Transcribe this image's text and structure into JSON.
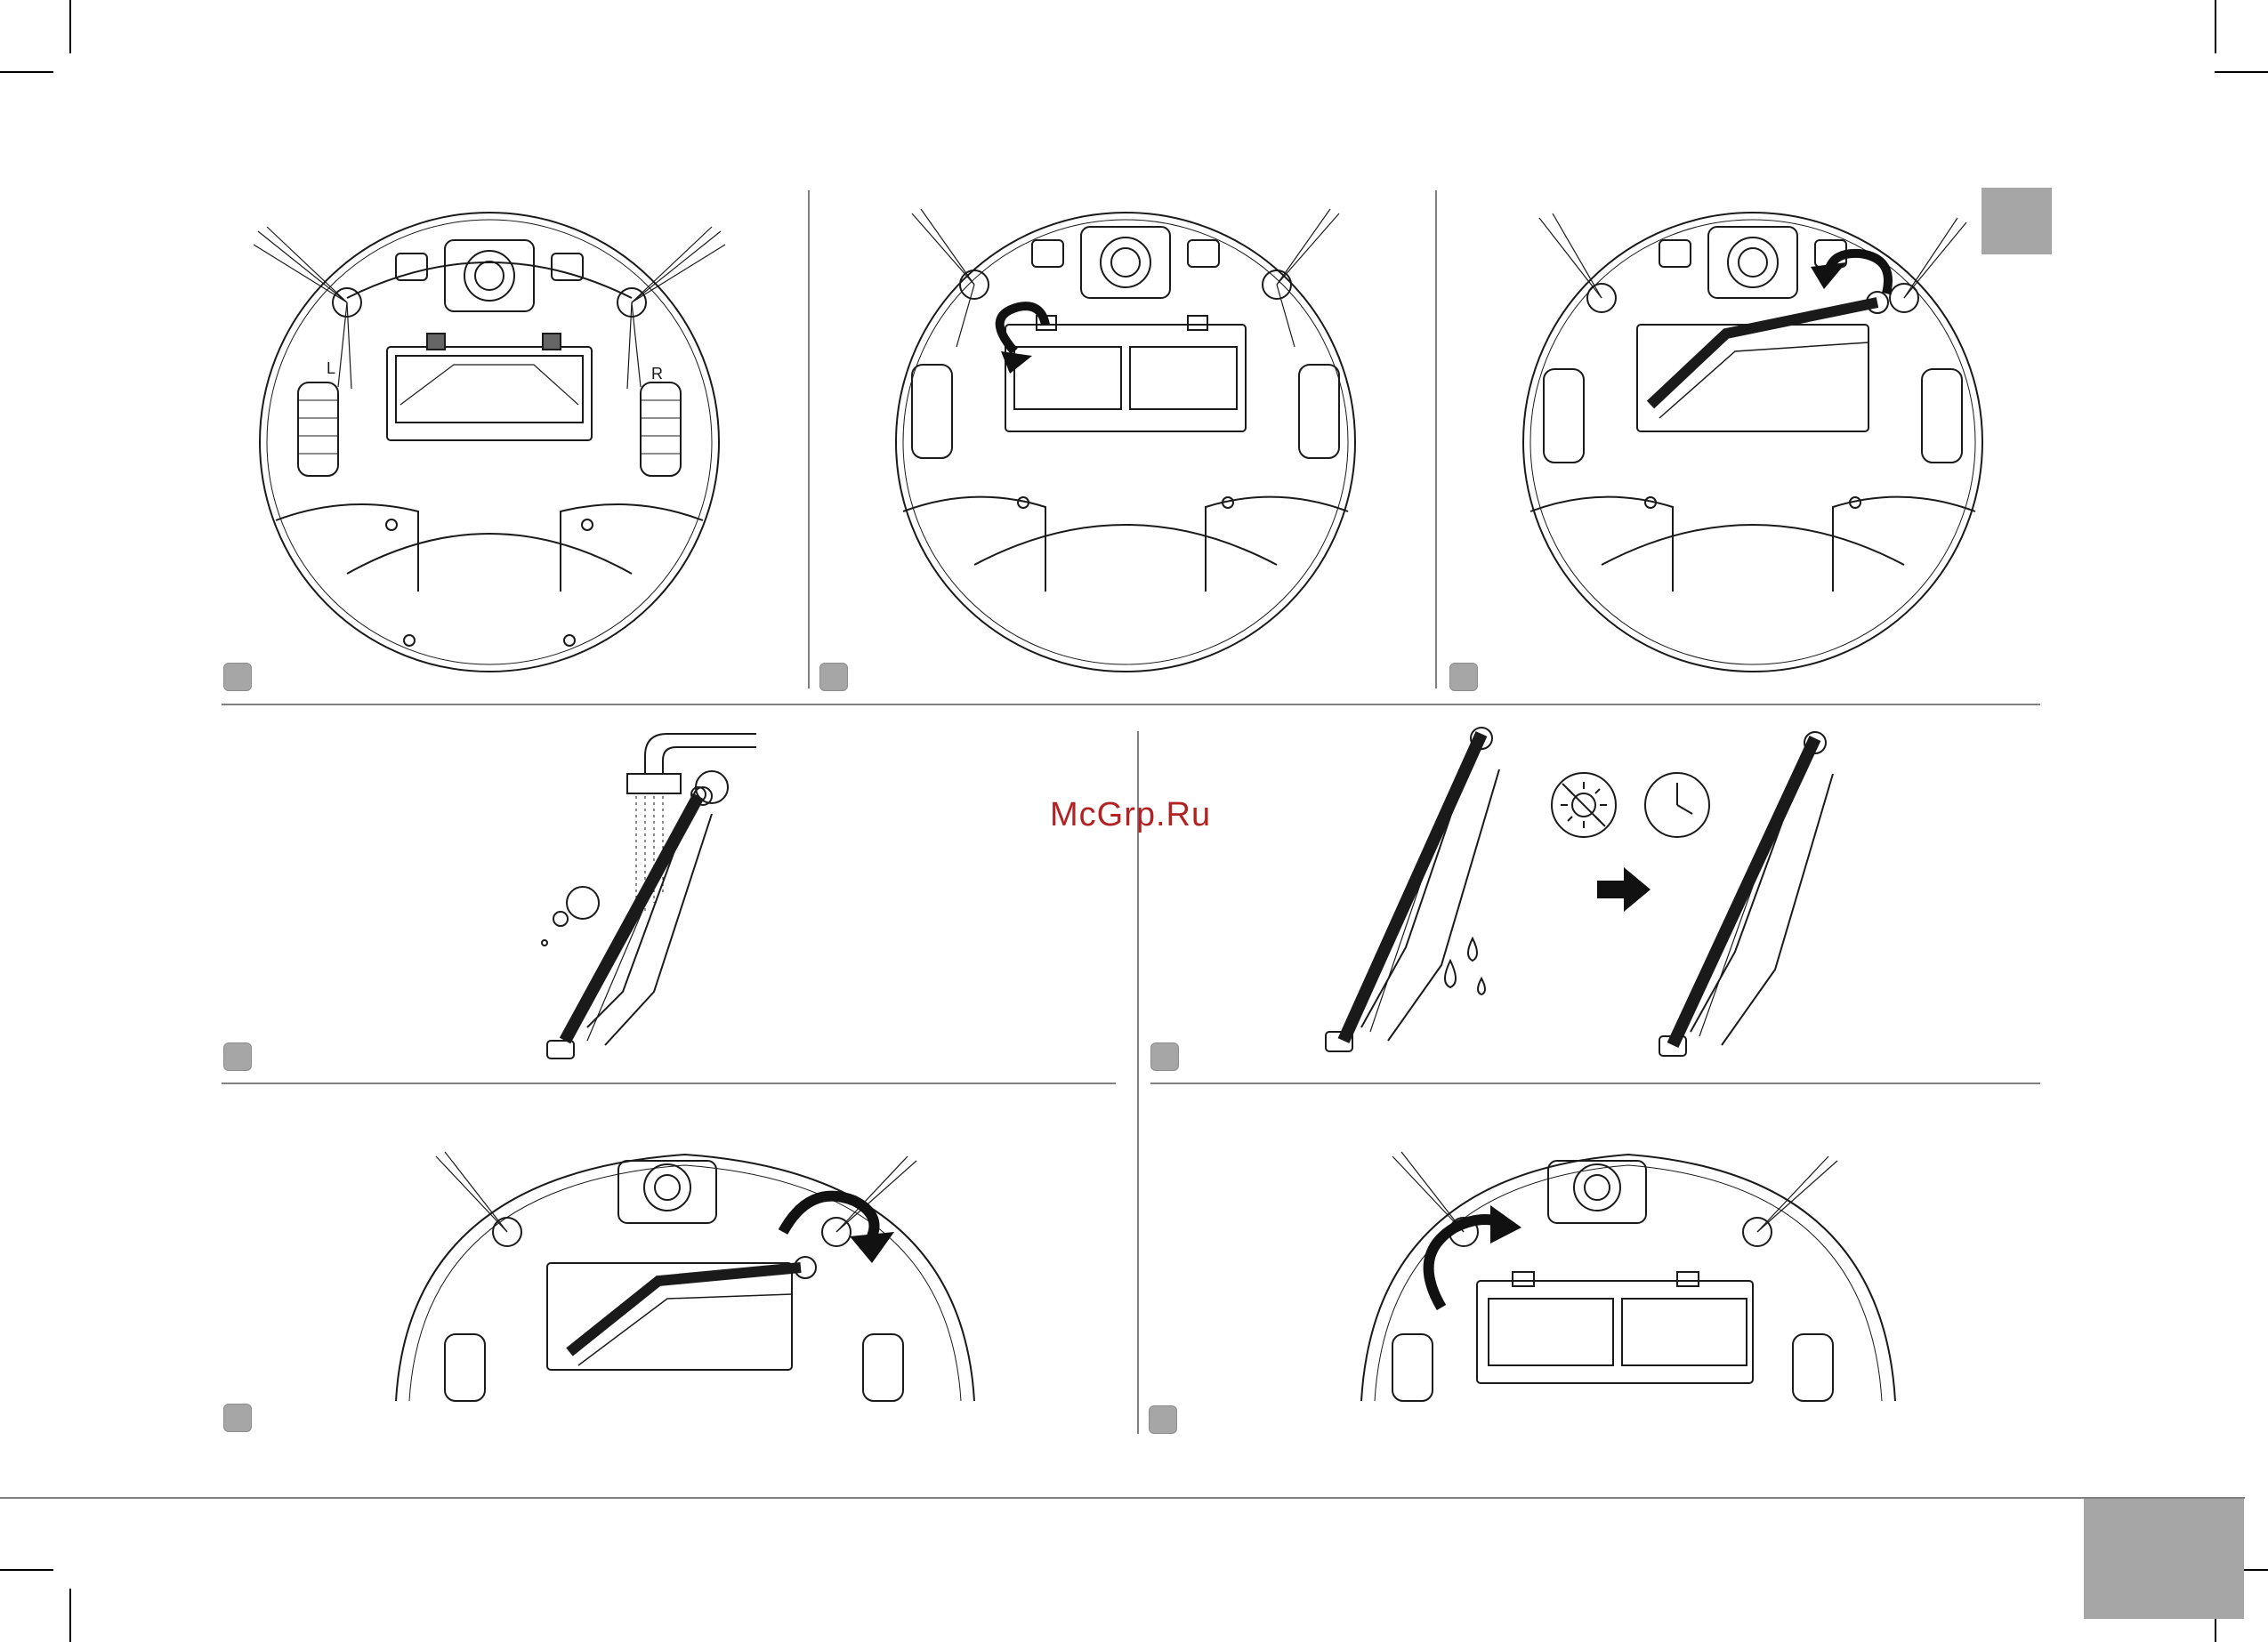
{
  "watermark": {
    "text": "McGrp.Ru",
    "color": "#b22222"
  },
  "figure_labels": {
    "left": "L",
    "right": "R"
  },
  "colors": {
    "tab": "#a6a6a6",
    "badge": "#a6a6a6",
    "line": "#1a1a1a",
    "rule": "#808080"
  },
  "icons": {
    "sun": "sun-crossed-icon",
    "clock": "clock-icon",
    "arrow": "arrow-right-icon",
    "water_drops": "water-drops-icon",
    "faucet": "faucet-icon"
  }
}
